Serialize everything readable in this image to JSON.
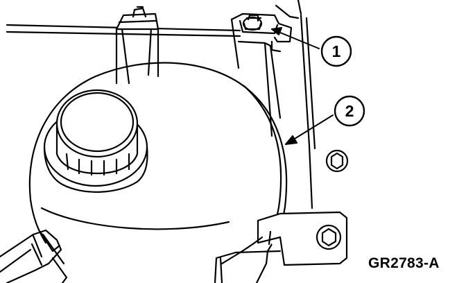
{
  "figure_id": "GR2783-A",
  "callouts": [
    {
      "number": "1"
    },
    {
      "number": "2"
    }
  ],
  "colors": {
    "line": "#000000",
    "background": "#ffffff"
  }
}
